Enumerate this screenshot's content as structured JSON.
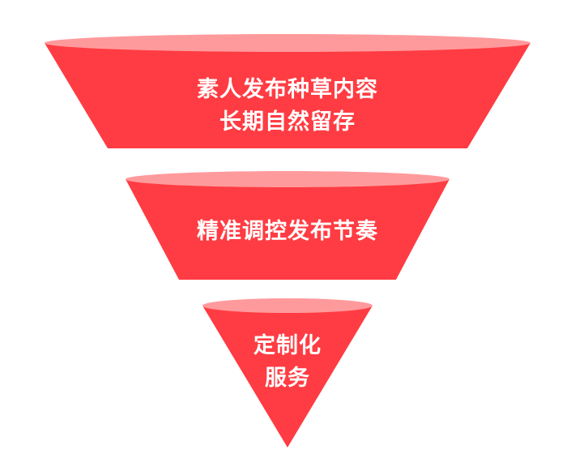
{
  "colors": {
    "body": "#ff3c43",
    "rim": "#ff9a9c",
    "text": "#ffffff",
    "background": "#ffffff"
  },
  "tiers": [
    {
      "lines": [
        "素人发布种草内容",
        "长期自然留存"
      ]
    },
    {
      "lines": [
        "精准调控发布节奏"
      ]
    },
    {
      "lines": [
        "定制化",
        "服务"
      ]
    }
  ]
}
